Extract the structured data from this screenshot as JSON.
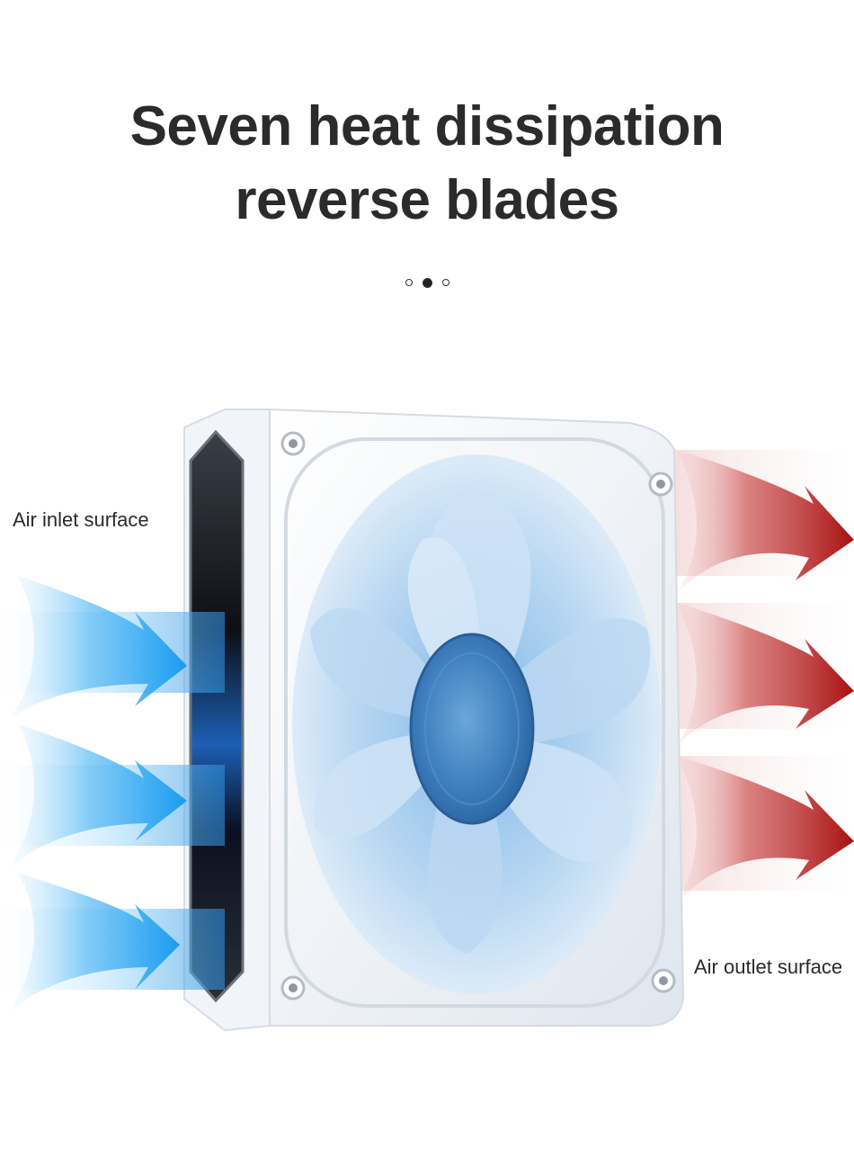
{
  "headline": {
    "line1": "Seven heat dissipation",
    "line2": "reverse blades"
  },
  "carousel": {
    "total": 3,
    "active_index": 1
  },
  "labels": {
    "inlet": "Air inlet surface",
    "outlet": "Air outlet surface"
  },
  "colors": {
    "title": "#2b2b2b",
    "inlet_arrow": "#2fa8f0",
    "outlet_arrow": "#b71c1c",
    "fan_body": "#eef3f8",
    "blade_tint": "#9cc9ef"
  },
  "fan": {
    "blade_count": 7
  }
}
